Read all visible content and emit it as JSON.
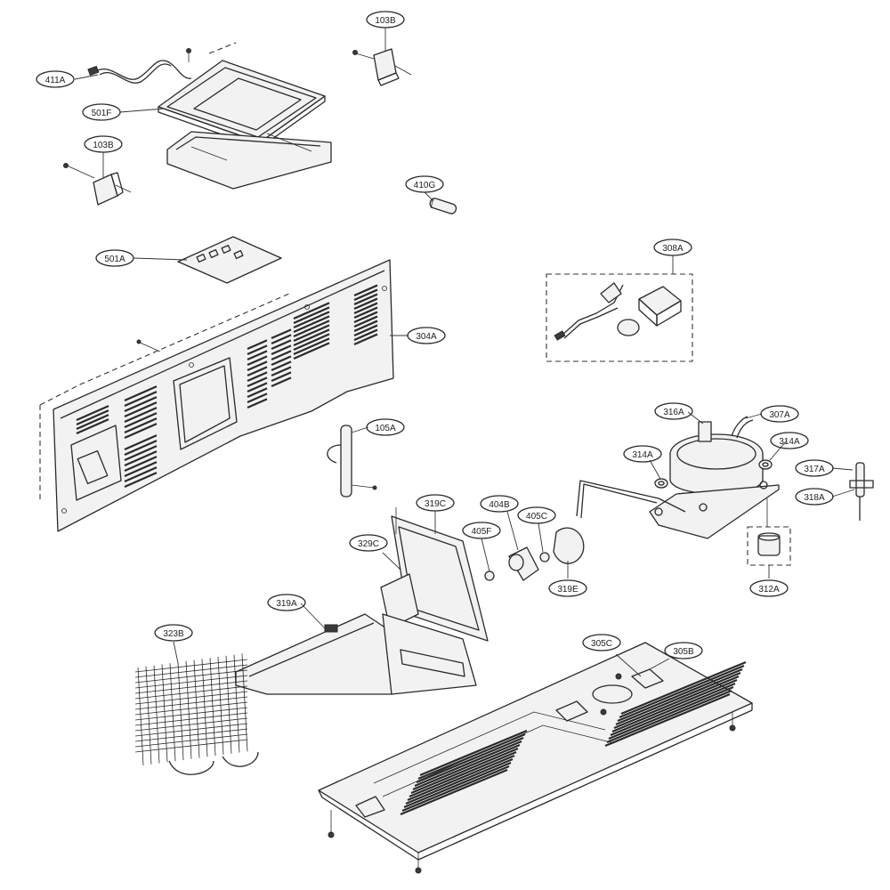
{
  "diagram": {
    "labels": [
      {
        "id": "411A",
        "text": "411A"
      },
      {
        "id": "103B_top",
        "text": "103B"
      },
      {
        "id": "501F",
        "text": "501F"
      },
      {
        "id": "103B_left",
        "text": "103B"
      },
      {
        "id": "410G",
        "text": "410G"
      },
      {
        "id": "501A",
        "text": "501A"
      },
      {
        "id": "308A",
        "text": "308A"
      },
      {
        "id": "304A",
        "text": "304A"
      },
      {
        "id": "105A",
        "text": "105A"
      },
      {
        "id": "316A",
        "text": "316A"
      },
      {
        "id": "307A",
        "text": "307A"
      },
      {
        "id": "314A_left",
        "text": "314A"
      },
      {
        "id": "314A_right",
        "text": "314A"
      },
      {
        "id": "317A",
        "text": "317A"
      },
      {
        "id": "318A",
        "text": "318A"
      },
      {
        "id": "319C",
        "text": "319C"
      },
      {
        "id": "404B",
        "text": "404B"
      },
      {
        "id": "405C",
        "text": "405C"
      },
      {
        "id": "405F",
        "text": "405F"
      },
      {
        "id": "329C",
        "text": "329C"
      },
      {
        "id": "319E",
        "text": "319E"
      },
      {
        "id": "312A",
        "text": "312A"
      },
      {
        "id": "319A",
        "text": "319A"
      },
      {
        "id": "323B",
        "text": "323B"
      },
      {
        "id": "305C",
        "text": "305C"
      },
      {
        "id": "305B",
        "text": "305B"
      }
    ]
  }
}
